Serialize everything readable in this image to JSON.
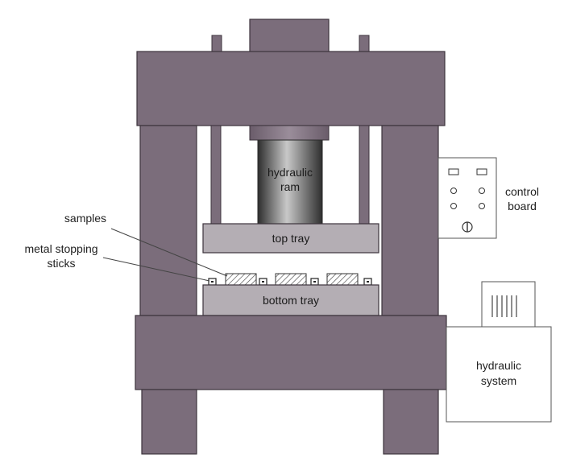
{
  "labels": {
    "hydraulic_ram_line1": "hydraulic",
    "hydraulic_ram_line2": "ram",
    "top_tray": "top tray",
    "bottom_tray": "bottom tray",
    "control_board_line1": "control",
    "control_board_line2": "board",
    "samples": "samples",
    "metal_sticks_line1": "metal stopping",
    "metal_sticks_line2": "sticks",
    "hydraulic_system_line1": "hydraulic",
    "hydraulic_system_line2": "system"
  },
  "colors": {
    "frame": "#7b6d7b",
    "frame_stroke": "#3c343c",
    "tray": "#b4aeb4",
    "ram_dark": "#3a3a3a",
    "ram_light": "#bdbdbd",
    "panel": "#ffffff",
    "line": "#444444"
  }
}
